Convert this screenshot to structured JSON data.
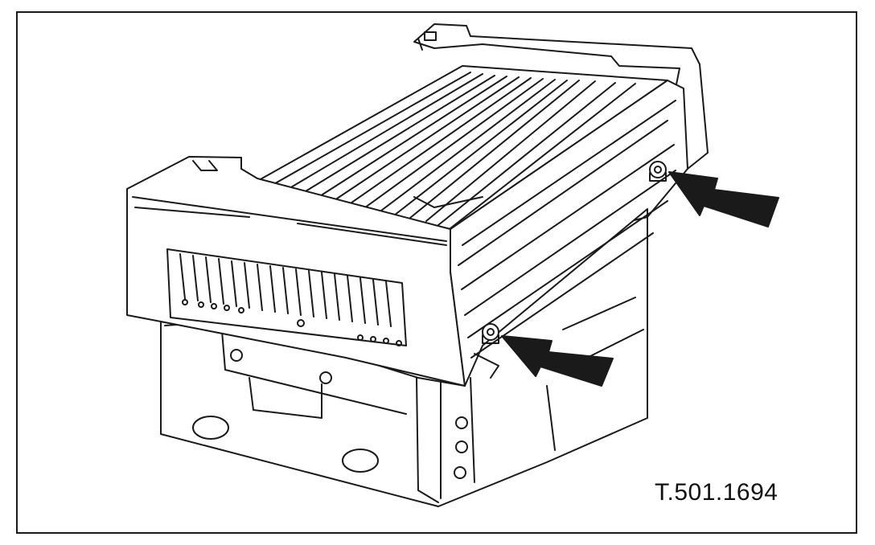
{
  "figure": {
    "reference_code": "T.501.1694",
    "line_color": "#1a1a1a",
    "fill_color": "#ffffff",
    "callouts": [
      {
        "name": "upper-bolt-arrow",
        "target": "upper-mounting-bolt"
      },
      {
        "name": "lower-bolt-arrow",
        "target": "lower-mounting-bolt"
      }
    ]
  }
}
